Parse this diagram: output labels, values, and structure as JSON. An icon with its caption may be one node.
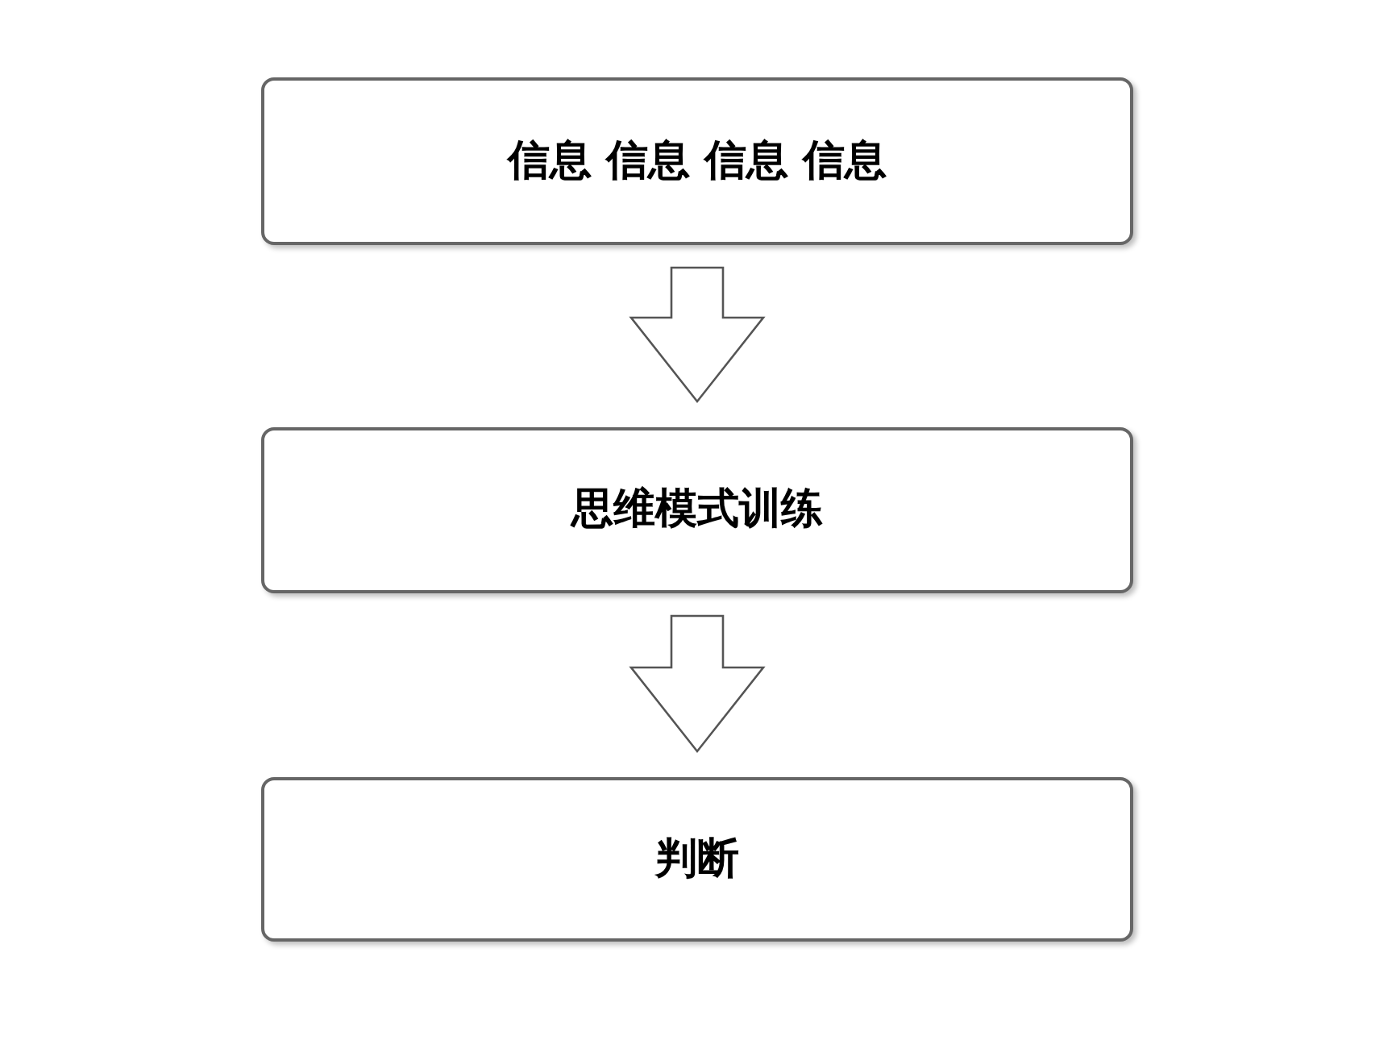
{
  "diagram": {
    "nodes": [
      {
        "text": [
          "信息 信息 信息 信息"
        ]
      },
      {
        "text": [
          "思维模式训练"
        ]
      },
      {
        "text": [
          "判断"
        ]
      }
    ],
    "edges": [
      {
        "from": 0,
        "to": 1,
        "arrow": "to"
      },
      {
        "from": 1,
        "to": 2,
        "arrow": "to"
      }
    ]
  }
}
